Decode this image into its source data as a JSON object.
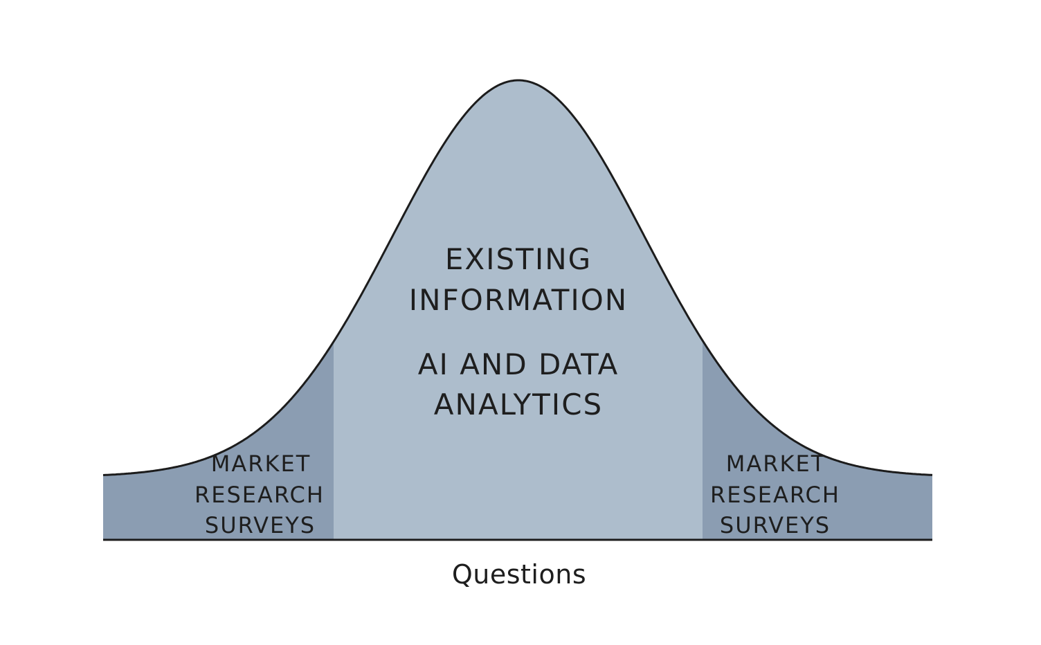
{
  "diagram": {
    "type": "bell-curve",
    "center": {
      "label_line1": "EXISTING",
      "label_line2": "INFORMATION",
      "label_line3": "AI AND DATA",
      "label_line4": "ANALYTICS"
    },
    "left_tail": {
      "label_line1": "MARKET",
      "label_line2": "RESEARCH",
      "label_line3": "SURVEYS"
    },
    "right_tail": {
      "label_line1": "MARKET",
      "label_line2": "RESEARCH",
      "label_line3": "SURVEYS"
    },
    "axis_label": "Questions",
    "colors": {
      "center_fill": "#adbdcc",
      "tail_fill": "#8b9db2",
      "outline": "#1c1c1c",
      "text": "#1e1e1e",
      "background": "#ffffff"
    }
  }
}
